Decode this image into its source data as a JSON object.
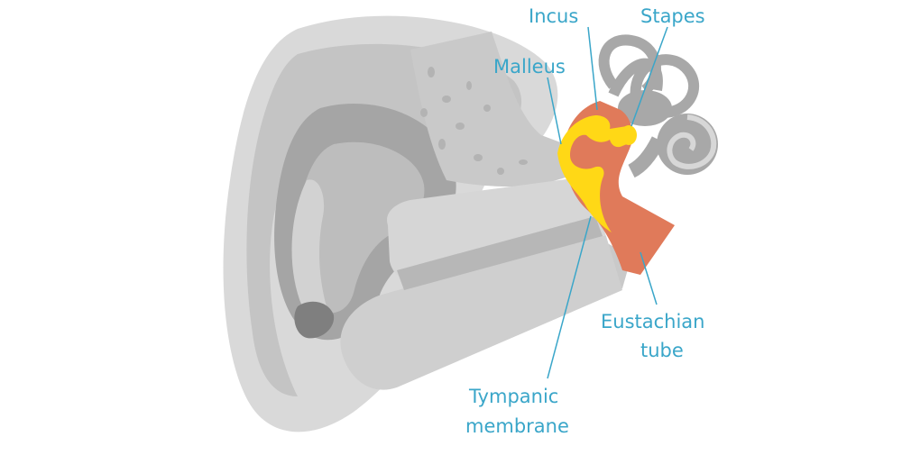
{
  "diagram": {
    "labels": {
      "incus": "Incus",
      "stapes": "Stapes",
      "malleus": "Malleus",
      "eustachian_line1": "Eustachian",
      "eustachian_line2": "tube",
      "tympanic_line1": "Tympanic",
      "tympanic_line2": "membrane"
    },
    "colors": {
      "label_text": "#3aa6c9",
      "leader_line": "#3aa6c9",
      "ear_light": "#d9d9d9",
      "ear_mid": "#c4c4c4",
      "ear_dark": "#a5a5a5",
      "ear_shadow": "#7f7f7f",
      "bone_speckle": "#b3b3b3",
      "middle_ear": "#e07a5a",
      "ossicles": "#ffd816"
    }
  }
}
